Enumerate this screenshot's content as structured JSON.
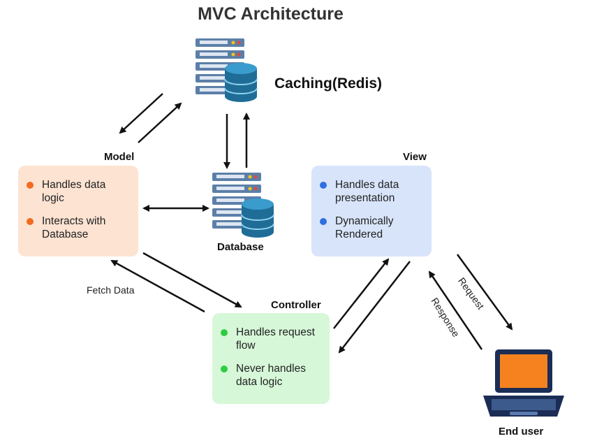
{
  "title": "MVC Architecture",
  "cache": {
    "label": "Caching(Redis)",
    "icon": "server-database-icon"
  },
  "database": {
    "label": "Database",
    "icon": "server-database-icon"
  },
  "model": {
    "label": "Model",
    "items": [
      "Handles data logic",
      "Interacts with Database"
    ],
    "bullet_color": "#f26b21",
    "bg": "#fde3d2"
  },
  "view": {
    "label": "View",
    "items": [
      "Handles data presentation",
      "Dynamically Rendered"
    ],
    "bullet_color": "#2f6fe0",
    "bg": "#d8e4fa"
  },
  "controller": {
    "label": "Controller",
    "items": [
      "Handles request flow",
      "Never handles data logic"
    ],
    "bullet_color": "#2ecc40",
    "bg": "#d6f7d8"
  },
  "edges": {
    "fetch_data": "Fetch Data",
    "request": "Request",
    "response": "Response"
  },
  "end_user": {
    "label": "End user",
    "icon": "laptop-icon"
  }
}
